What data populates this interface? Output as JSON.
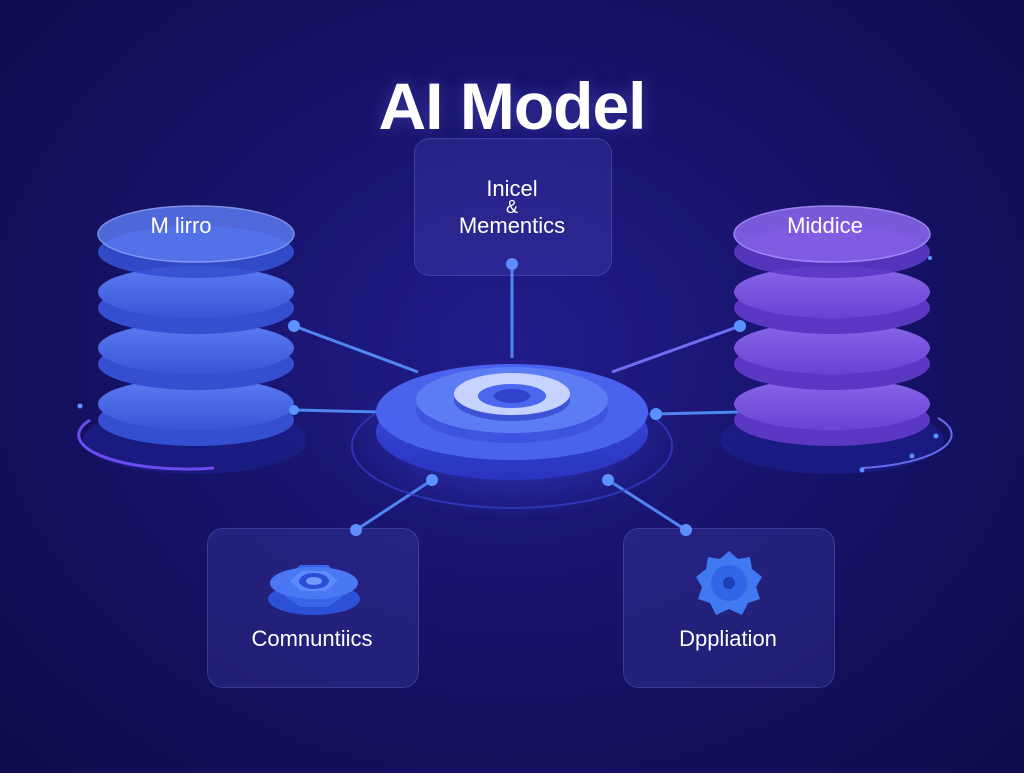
{
  "title": "AI Model",
  "nodes": {
    "top": {
      "line1": "Inicel",
      "line2": "&",
      "line3": "Mementics"
    },
    "left_stack": {
      "label": "M lirro"
    },
    "right_stack": {
      "label": "Middice"
    },
    "bottom_left": {
      "label": "Comnuntiics",
      "icon": "gear-icon"
    },
    "bottom_right": {
      "label": "Dppliation",
      "icon": "badge-icon"
    }
  },
  "colors": {
    "background": "#17136a",
    "hub": "#3f5ef0",
    "left_stack": "#4a6ae8",
    "right_stack": "#7a55e0",
    "connector": "#4f86f0"
  }
}
